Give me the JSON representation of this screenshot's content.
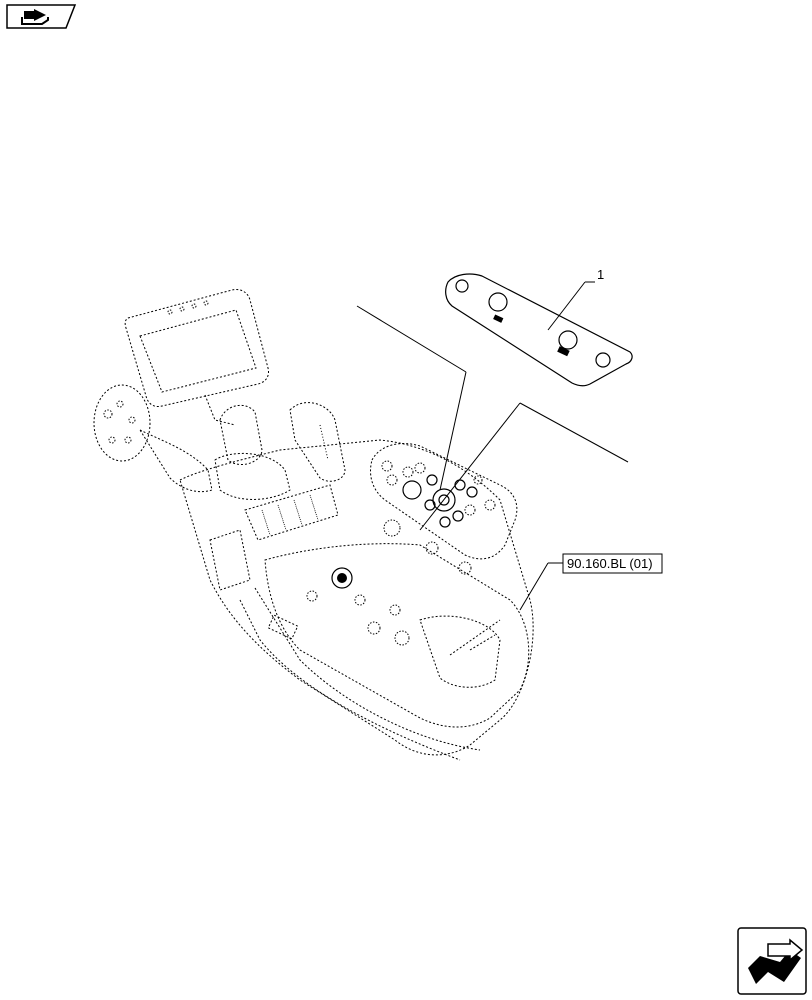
{
  "callouts": [
    {
      "id": "item-1",
      "label": "1"
    }
  ],
  "references": [
    {
      "id": "ref-90160",
      "label": "90.160.BL (01)"
    }
  ],
  "icons": {
    "top_left": "previous-page-arrow-icon",
    "bottom_right": "next-page-arrow-icon"
  }
}
